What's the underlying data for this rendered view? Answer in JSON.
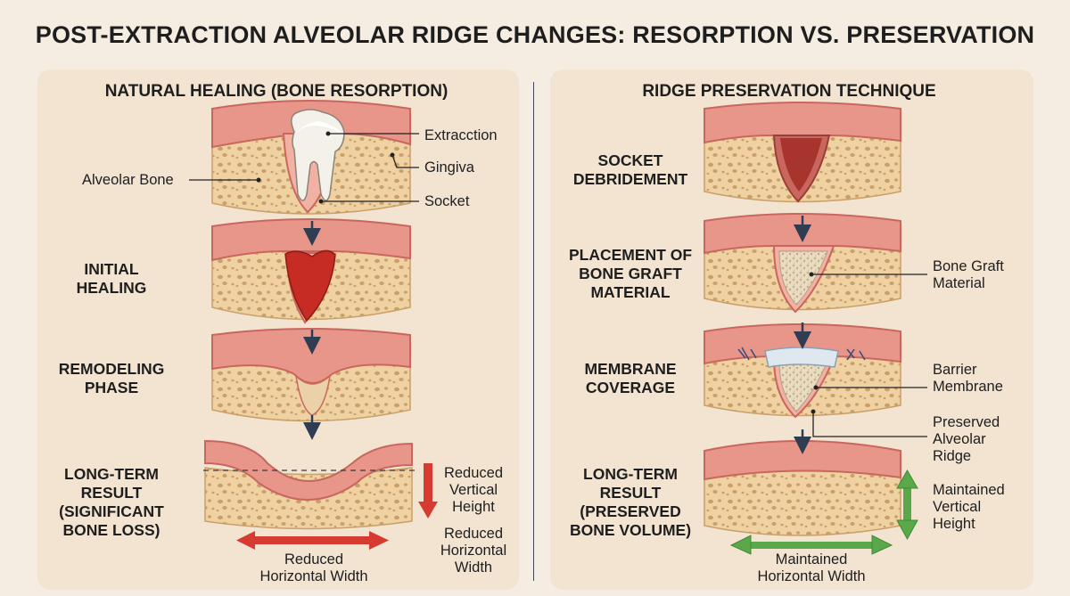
{
  "title": "POST-EXTRACTION ALVEOLAR RIDGE CHANGES: RESORPTION VS. PRESERVATION",
  "left_panel": {
    "title": "NATURAL HEALING (BONE RESORPTION)",
    "stages": [
      "INITIAL\nHEALING",
      "REMODELING\nPHASE",
      "LONG-TERM\nRESULT\n(SIGNIFICANT\nBONE LOSS)"
    ],
    "labels": {
      "alveolar_bone": "Alveolar Bone",
      "extraction": "Extracction",
      "gingiva": "Gingiva",
      "socket": "Socket",
      "reduced_vertical": "Reduced\nVertical\nHeight",
      "reduced_horizontal_right": "Reduced\nHorizontal\nWidth",
      "reduced_horizontal_bottom": "Reduced\nHorizontal Width"
    }
  },
  "right_panel": {
    "title": "RIDGE PRESERVATION TECHNIQUE",
    "stages": [
      "SOCKET\nDEBRIDEMENT",
      "PLACEMENT OF\nBONE GRAFT\nMATERIAL",
      "MEMBRANE\nCOVERAGE",
      "LONG-TERM\nRESULT\n(PRESERVED\nBONE VOLUME)"
    ],
    "labels": {
      "bone_graft": "Bone Graft\nMaterial",
      "barrier_membrane": "Barrier\nMembrane",
      "preserved_ridge": "Preserved\nAlveolar\nRidge",
      "maintained_vertical": "Maintained\nVertical\nHeight",
      "maintained_horizontal": "Maintained\nHorizontal Width"
    }
  },
  "colors": {
    "gingiva": "#e8958a",
    "gingiva_dark": "#c9675e",
    "bone": "#efd1a2",
    "bone_pore": "#c9a06a",
    "blood": "#c62b24",
    "graft": "#e9dcc2",
    "membrane": "#dfe8ef",
    "arrow_red": "#d63b32",
    "arrow_green": "#5aa84a",
    "flow_arrow": "#2f3d52"
  }
}
